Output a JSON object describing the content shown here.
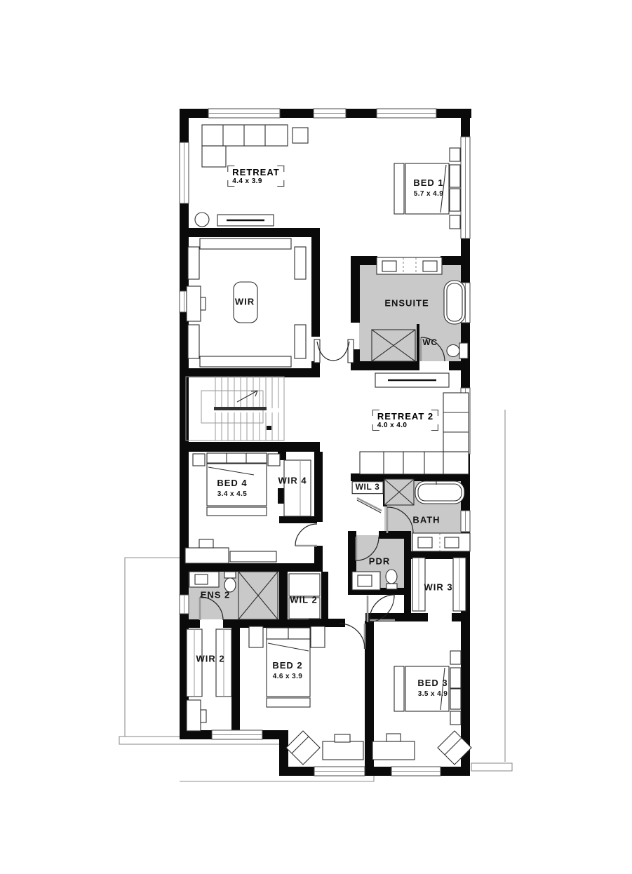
{
  "rooms": [
    {
      "name": "RETREAT",
      "dims": "4.4 x 3.9"
    },
    {
      "name": "BED 1",
      "dims": "5.7 x 4.9"
    },
    {
      "name": "WIR",
      "dims": ""
    },
    {
      "name": "ENSUITE",
      "dims": ""
    },
    {
      "name": "WC",
      "dims": ""
    },
    {
      "name": "RETREAT 2",
      "dims": "4.0 x 4.0"
    },
    {
      "name": "BED 4",
      "dims": "3.4 x 4.5"
    },
    {
      "name": "WIR 4",
      "dims": ""
    },
    {
      "name": "WIL 3",
      "dims": ""
    },
    {
      "name": "BATH",
      "dims": ""
    },
    {
      "name": "PDR",
      "dims": ""
    },
    {
      "name": "WIR 3",
      "dims": ""
    },
    {
      "name": "ENS 2",
      "dims": ""
    },
    {
      "name": "WIL 2",
      "dims": ""
    },
    {
      "name": "WIR 2",
      "dims": ""
    },
    {
      "name": "BED 2",
      "dims": "4.6 x 3.9"
    },
    {
      "name": "BED 3",
      "dims": "3.5 x 4.9"
    }
  ],
  "colors": {
    "wall": "#0a0a0a",
    "wet_area": "#c9c9c9",
    "fixture_line": "#2e2e2e",
    "ground_outline": "#8f8f8f",
    "background": "#ffffff"
  }
}
